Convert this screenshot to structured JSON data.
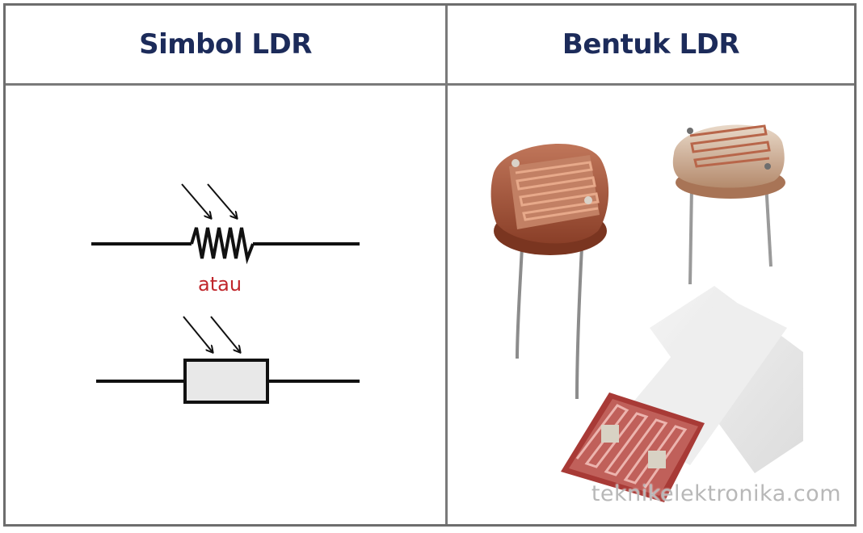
{
  "headers": {
    "left": "Simbol LDR",
    "right": "Bentuk LDR"
  },
  "symbol": {
    "separator": "atau"
  },
  "photo": {
    "watermark": "teknikelektronika.com"
  },
  "colors": {
    "header_text": "#1c2b5a",
    "separator_text": "#c0262b",
    "grid_border": "#7a7a7a",
    "ldr_body": "#a4553a",
    "ldr_track": "#c87a5a"
  }
}
